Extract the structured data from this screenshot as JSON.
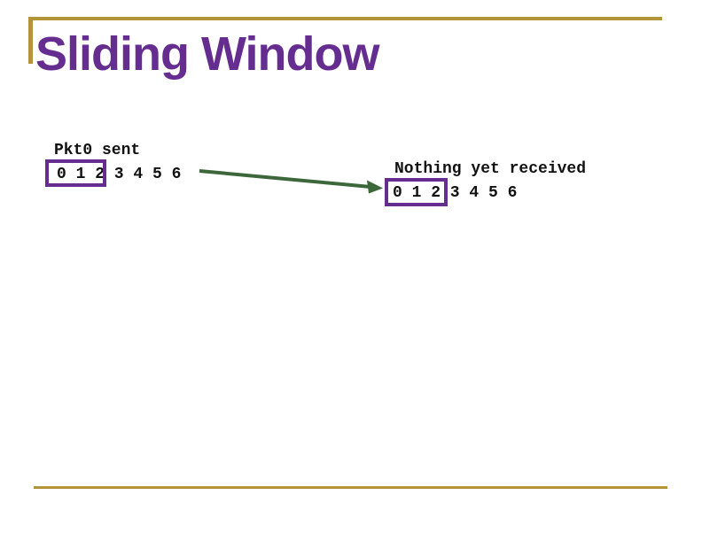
{
  "slide": {
    "title": "Sliding Window",
    "sender": {
      "label": "Pkt0 sent",
      "sequence": "0 1 2 3 4 5 6",
      "window_values": "0 1 2"
    },
    "receiver": {
      "label": "Nothing yet received",
      "sequence": "0 1 2 3 4 5 6",
      "window_values": "0 1 2"
    },
    "arrow": {
      "meaning": "Pkt0 transmission from sender to receiver",
      "direction": "right"
    },
    "colors": {
      "accent_gold": "#B2953B",
      "title_purple": "#662D91",
      "window_box_purple": "#662D91",
      "arrow_green": "#3C673A",
      "text_black": "#111111"
    }
  }
}
